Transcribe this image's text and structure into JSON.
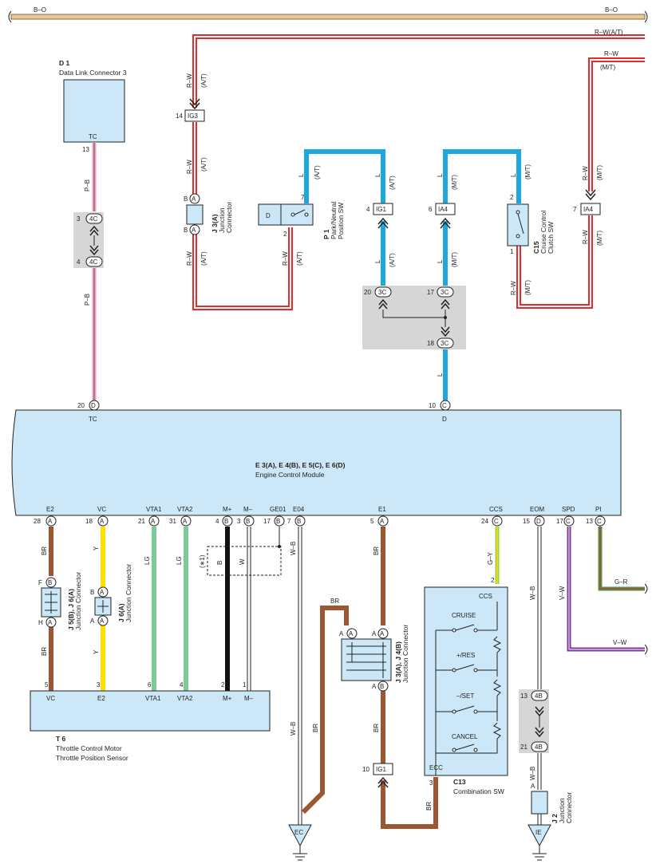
{
  "top_bus": {
    "left_label": "B–O",
    "right_label": "B–O"
  },
  "wire_labels": {
    "rw_at_top": "R–W(A/T)",
    "rw_mt_top": "R–W",
    "mt_top": "(M/T)",
    "rw": "R–W",
    "at": "(A/T)",
    "mt": "(M/T)",
    "l": "L",
    "pb": "P–B",
    "br": "BR",
    "y": "Y",
    "lg": "LG",
    "b": "B",
    "w": "W",
    "wb": "W–B",
    "gy": "G–Y",
    "vw": "V–W",
    "gr": "G–R",
    "x1": "(∗1)"
  },
  "d1": {
    "id": "D 1",
    "name": "Data Link Connector 3",
    "terminal": "TC",
    "pin": "13"
  },
  "j3a_top": {
    "id": "J 3(A)",
    "line1": "Junction",
    "line2": "Connector",
    "pin": "A",
    "pin_letter": "B"
  },
  "ig3": {
    "label": "IG3",
    "pin": "14"
  },
  "p1": {
    "id": "P 1",
    "line1": "Park/Neutral",
    "line2": "Position SW",
    "inner": "D",
    "pin_top": "7",
    "pin_bottom": "2"
  },
  "ig1_top": {
    "label": "IG1",
    "pin": "4"
  },
  "ia4_left": {
    "label": "IA4",
    "pin": "6"
  },
  "ia4_right": {
    "label": "IA4",
    "pin": "7"
  },
  "c15": {
    "id": "C15",
    "line1": "Cruise Control",
    "line2": "Clutch SW",
    "pin_top": "2",
    "pin_bottom": "1"
  },
  "splice_3c": {
    "label": "3C",
    "pin_left": "20",
    "pin_right": "17",
    "pin_bottom": "18"
  },
  "splice_4c": {
    "label": "4C",
    "pin_top": "3",
    "pin_bottom": "4"
  },
  "ecm": {
    "id": "E 3(A), E 4(B), E 5(C), E 6(D)",
    "name": "Engine Control Module",
    "top_terminals": [
      {
        "pin": "20",
        "conn": "D",
        "name": "TC"
      },
      {
        "pin": "10",
        "conn": "C",
        "name": "D"
      }
    ],
    "bottom_terminals": [
      {
        "name": "E2",
        "pin": "28",
        "conn": "A"
      },
      {
        "name": "VC",
        "pin": "18",
        "conn": "A"
      },
      {
        "name": "VTA1",
        "pin": "21",
        "conn": "A"
      },
      {
        "name": "VTA2",
        "pin": "31",
        "conn": "A"
      },
      {
        "name": "M+",
        "pin": "4",
        "conn": "B"
      },
      {
        "name": "M–",
        "pin": "3",
        "conn": "B"
      },
      {
        "name": "GE01",
        "pin": "17",
        "conn": "B"
      },
      {
        "name": "E04",
        "pin": "7",
        "conn": "B"
      },
      {
        "name": "E1",
        "pin": "5",
        "conn": "A"
      },
      {
        "name": "CCS",
        "pin": "24",
        "conn": "C"
      },
      {
        "name": "EOM",
        "pin": "15",
        "conn": "D"
      },
      {
        "name": "SPD",
        "pin": "17",
        "conn": "C"
      },
      {
        "name": "PI",
        "pin": "13",
        "conn": "C"
      }
    ]
  },
  "j5": {
    "id": "J 5(B), J 6(A)",
    "line1": "Junction Connector",
    "pin_f": "F",
    "pin_b": "B",
    "pin_h": "H",
    "pin_a": "A"
  },
  "j6": {
    "id": "J 6(A)",
    "line1": "Junction Connector",
    "pin_b": "B",
    "pin_a": "A"
  },
  "j3_mid": {
    "id": "J 3(A), J 4(B)",
    "line1": "Junction Connector",
    "pin_a": "A",
    "pin_b": "B"
  },
  "t6": {
    "id": "T 6",
    "line1": "Throttle Control Motor",
    "line2": "Throttle Position Sensor",
    "terminals": [
      {
        "name": "VC",
        "pin": "5"
      },
      {
        "name": "E2",
        "pin": "3"
      },
      {
        "name": "VTA1",
        "pin": "6"
      },
      {
        "name": "VTA2",
        "pin": "4"
      },
      {
        "name": "M+",
        "pin": "2"
      },
      {
        "name": "M–",
        "pin": "1"
      }
    ]
  },
  "c13": {
    "id": "C13",
    "name": "Combination SW",
    "ccs": "CCS",
    "ecc": "ECC",
    "pin_top": "2",
    "pin_bottom": "3",
    "switches": [
      "CRUISE",
      "+/RES",
      "–/SET",
      "CANCEL"
    ]
  },
  "ig1_bottom": {
    "label": "IG1",
    "pin": "10"
  },
  "splice_4b": {
    "label": "4B",
    "pin_top": "13",
    "pin_bottom": "21"
  },
  "j2": {
    "id": "J 2",
    "line1": "Junction",
    "line2": "Connector",
    "pin": "A"
  },
  "grounds": {
    "ec": "EC",
    "ie": "IE"
  },
  "colors": {
    "red": "#e32b2b",
    "blue": "#1ea6df",
    "brown": "#9c5632",
    "yellow": "#ffe100",
    "light_green": "#7dc99a",
    "pink": "#e8a0c0",
    "purple": "#7a3a96",
    "orange": "#e8a24a",
    "module_fill": "#cce8f8",
    "splice_grey": "#d6d6d6"
  }
}
